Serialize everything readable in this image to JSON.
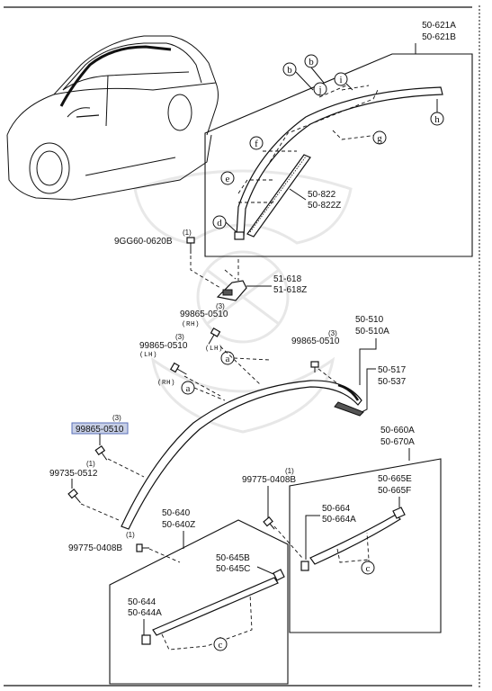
{
  "diagram": {
    "part_numbers": {
      "roof_molding_upper": [
        "50-621A",
        "50-621B"
      ],
      "glass_run": [
        "50-822",
        "50-822Z"
      ],
      "bracket": [
        "51-618",
        "51-618Z"
      ],
      "roof_molding_main": [
        "50-510",
        "50-510A"
      ],
      "end_piece": [
        "50-517",
        "50-537"
      ],
      "rear_door_box": [
        "50-660A",
        "50-670A"
      ],
      "rear_end_clip": [
        "50-665E",
        "50-665F"
      ],
      "rear_clip": [
        "50-664",
        "50-664A"
      ],
      "front_door_box": [
        "50-640",
        "50-640Z"
      ],
      "front_end_clip": [
        "50-645B",
        "50-645C"
      ],
      "front_clip": [
        "50-644",
        "50-644A"
      ]
    },
    "fasteners": {
      "upper_screw": {
        "qty": "(1)",
        "code": "9GG60-0620B"
      },
      "screw_rh_upper": {
        "qty": "(3)",
        "code": "99865-0510",
        "side": "(RH)"
      },
      "screw_lh_upper": {
        "qty": "(3)",
        "code": "99865-0510",
        "side": "(LH)"
      },
      "screw_right": {
        "qty": "(3)",
        "code": "99865-0510"
      },
      "screw_rh_lower_side": "(RH)",
      "screw_highlighted": {
        "qty": "(3)",
        "code": "99865-0510"
      },
      "screw_lower_left": {
        "qty": "(1)",
        "code": "99735-0512"
      },
      "screw_rear_box": {
        "qty": "(1)",
        "code": "99775-0408B"
      },
      "screw_front_box": {
        "qty": "(1)",
        "code": "99775-0408B"
      }
    },
    "refs": {
      "a": "a",
      "b": "b",
      "c": "c",
      "d": "d",
      "e": "e",
      "f": "f",
      "g": "g",
      "h": "h",
      "i": "i",
      "j": "j"
    }
  }
}
